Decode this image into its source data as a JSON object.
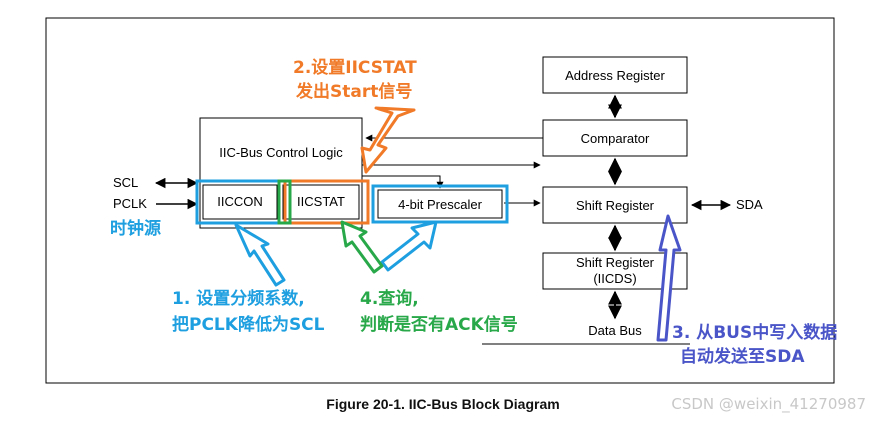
{
  "blocks": {
    "control_logic": "IIC-Bus Control Logic",
    "iiccon": "IICCON",
    "iicstat": "IICSTAT",
    "prescaler": "4-bit Prescaler",
    "address_register": "Address Register",
    "comparator": "Comparator",
    "shift_register": "Shift Register",
    "iicds_line1": "Shift Register",
    "iicds_line2": "(IICDS)",
    "data_bus": "Data Bus"
  },
  "signals": {
    "scl": "SCL",
    "pclk": "PCLK",
    "sda": "SDA"
  },
  "annotations": {
    "step2_line1": "2.设置IICSTAT",
    "step2_line2": "发出Start信号",
    "clock_source": "时钟源",
    "step1_line1": "1. 设置分频系数,",
    "step1_line2": "把PCLK降低为SCL",
    "step4_line1": "4.查询,",
    "step4_line2": "判断是否有ACK信号",
    "step3_line1": "3. 从BUS中写入数据",
    "step3_line2": "自动发送至SDA"
  },
  "caption": "Figure 20-1. IIC-Bus Block Diagram",
  "watermark": "CSDN @weixin_41270987",
  "colors": {
    "blue": "#1e9fe0",
    "orange": "#f07a28",
    "green": "#29a84a",
    "navy": "#4a55c8"
  }
}
